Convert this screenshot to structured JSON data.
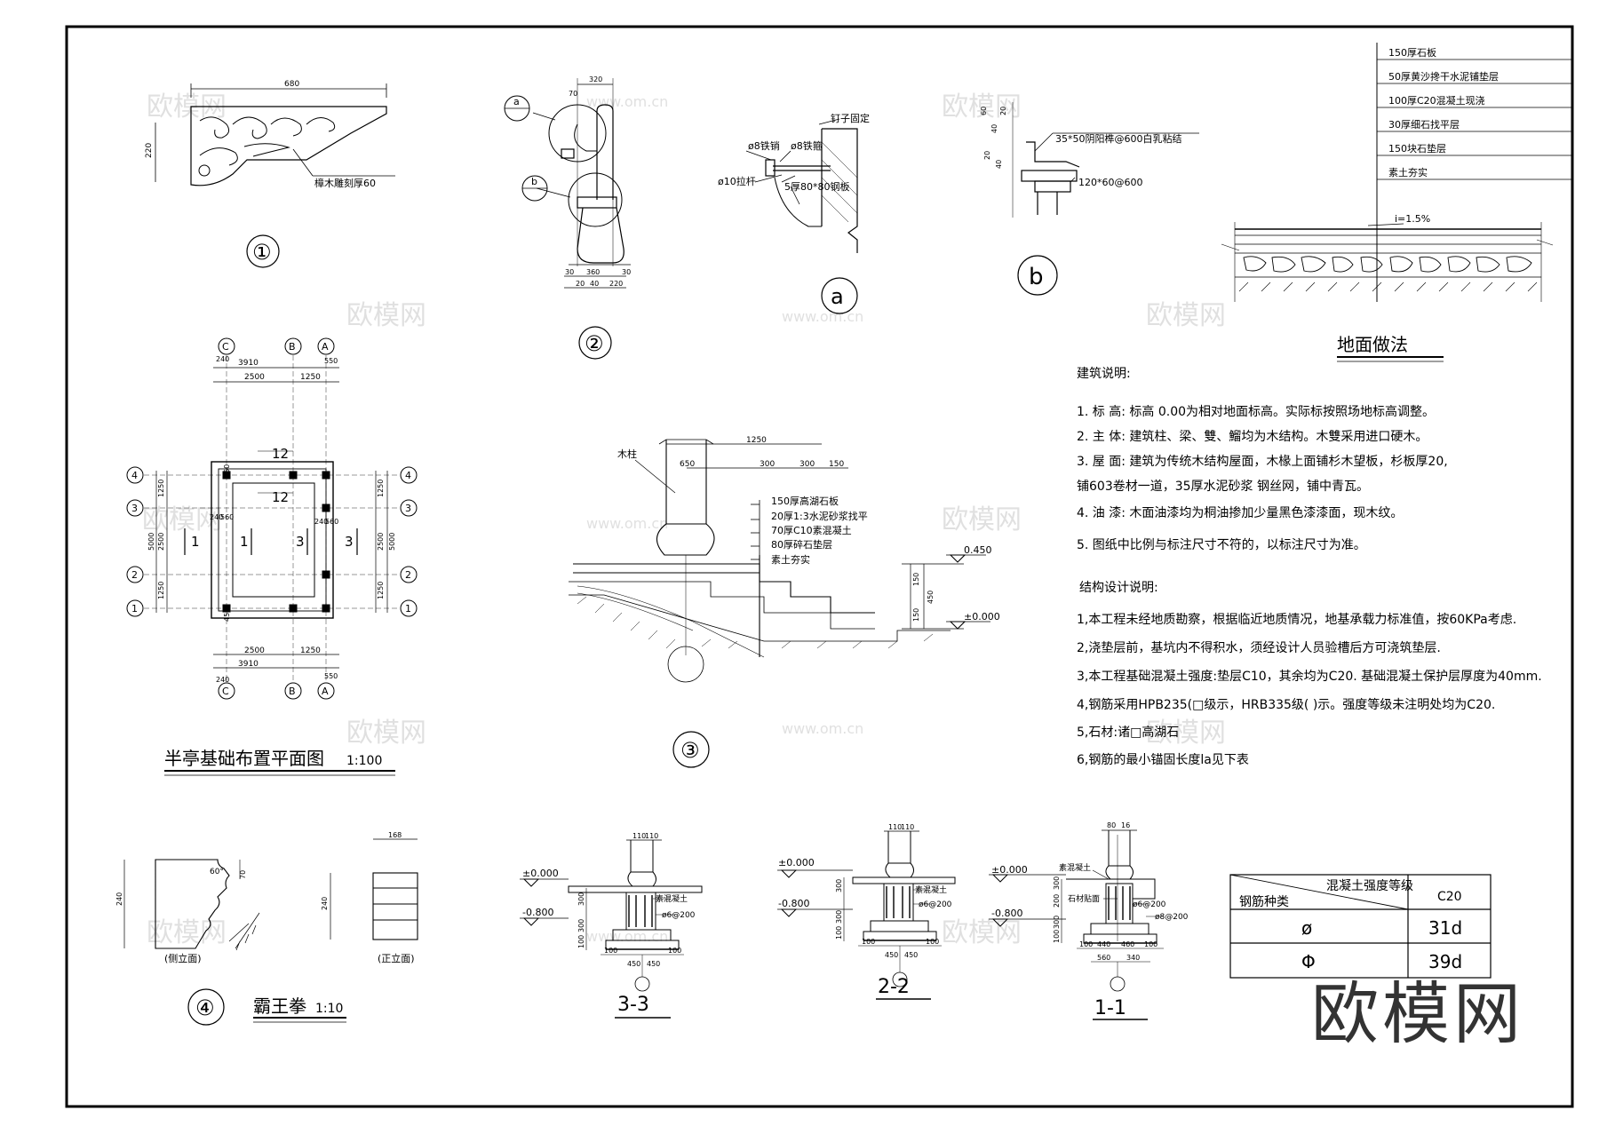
{
  "detail_1": {
    "number": "①",
    "width": "680",
    "height": "220",
    "note": "樟木雕刻厚60"
  },
  "detail_2": {
    "number": "②",
    "callout_a": "a",
    "callout_b": "b",
    "top_dim_1": "320",
    "top_dim_2": "70",
    "bot_dims": [
      "30",
      "360",
      "30"
    ],
    "bot_dims_2": [
      "20",
      "40",
      "220"
    ]
  },
  "detail_a": {
    "number": "a",
    "nail": "钉子固定",
    "pin": "ø8铁销",
    "hoop": "ø8铁箍",
    "rod": "ø10拉杆",
    "plate": "5厚80*80钢板"
  },
  "detail_b": {
    "number": "b",
    "note1": "35*50阴阳榫@600白乳粘结",
    "note2": "120*60@600",
    "dims": [
      "60",
      "40",
      "20",
      "20",
      "40"
    ]
  },
  "ground": {
    "layers": [
      "150厚石板",
      "50厚黄沙搀干水泥铺垫层",
      "100厚C20混凝土现浇",
      "30厚细石找平层",
      "150块石垫层",
      "素土夯实"
    ],
    "slope": "i=1.5%",
    "title": "地面做法"
  },
  "plan": {
    "title": "半亭基础布置平面图",
    "scale": "1:100",
    "axes_top": [
      "C",
      "B",
      "A"
    ],
    "axes_side": [
      "4",
      "3",
      "2",
      "1"
    ],
    "dims_top": [
      "240",
      "3910",
      "550",
      "2500",
      "1250"
    ],
    "dims_side": [
      "1250",
      "2500",
      "1250",
      "5000"
    ],
    "section_marks": [
      "1",
      "1",
      "3",
      "3",
      "12",
      "12"
    ],
    "small_dims": [
      "240",
      "560",
      "240",
      "560",
      "450",
      "450"
    ]
  },
  "detail_3": {
    "number": "③",
    "column": "木柱",
    "dims": [
      "1250",
      "650",
      "300",
      "300",
      "150"
    ],
    "layers": [
      "150厚高湖石板",
      "20厚1:3水泥砂浆找平",
      "70厚C10素混凝土",
      "80厚碎石垫层",
      "素土夯实"
    ],
    "elev_1": "0.450",
    "elev_2": "±0.000",
    "vdims": [
      "150",
      "150",
      "450"
    ]
  },
  "notes_arch": {
    "heading": "建筑说明:",
    "items": [
      "1. 标  高:  标高    0.00为相对地面标高。实际标按照场地标高调整。",
      "2. 主  体:  建筑柱、梁、雙、鰡均为木结构。木雙采用进口硬木。",
      "3. 屋  面:  建筑为传统木结构屋面，木椽上面铺杉木望板，杉板厚20,",
      "     铺603卷材一道，35厚水泥砂浆 钢丝网，铺中青瓦。",
      "4. 油  漆:  木面油漆均为桐油掺加少量黑色漆漆面，现木纹。",
      "5. 图纸中比例与标注尺寸不符的，以标注尺寸为准。"
    ]
  },
  "notes_struct": {
    "heading": "结构设计说明:",
    "items": [
      "1,本工程未经地质勘察，根据临近地质情况，地基承载力标准值，按60KPa考虑.",
      "2,浇垫层前，基坑内不得积水，须经设计人员验槽后方可浇筑垫层.",
      "3,本工程基础混凝土强度:垫层C10，其余均为C20. 基础混凝土保护层厚度为40mm.",
      "4,钢筋采用HPB235(□级示，HRB335级(  )示。强度等级未注明处均为C20.",
      "5,石材:诸□高湖石",
      "6,钢筋的最小锚固长度la见下表"
    ]
  },
  "detail_4": {
    "number": "④",
    "title": "霸王拳",
    "scale": "1:10",
    "side_label": "(侧立面)",
    "front_label": "(正立面)",
    "dims": [
      "240",
      "60°",
      "70",
      "168",
      "240"
    ]
  },
  "sections": [
    {
      "label": "3-3",
      "elev_top": "±0.000",
      "elev_bot": "-0.800",
      "dims_top": [
        "110",
        "110"
      ],
      "concrete": "素混凝土",
      "rebar": "ø6@200",
      "dims_bot": [
        "100",
        "450",
        "450",
        "100"
      ],
      "vdims": [
        "300",
        "300",
        "100"
      ]
    },
    {
      "label": "2-2",
      "elev_top": "±0.000",
      "elev_bot": "-0.800",
      "dims_top": [
        "110",
        "110"
      ],
      "concrete": "素混凝土",
      "rebar": "ø6@200",
      "dims_bot": [
        "100",
        "450",
        "450",
        "100"
      ],
      "vdims": [
        "300",
        "300",
        "100"
      ]
    },
    {
      "label": "1-1",
      "elev_top": "±0.000",
      "elev_bot": "-0.800",
      "dims_top": [
        "80",
        "16"
      ],
      "concrete": "素混凝土",
      "stone": "石材贴面",
      "rebar": "ø6@200",
      "rebar2": "ø8@200",
      "dims_bot": [
        "100",
        "440",
        "460",
        "100"
      ],
      "dims_bot2": [
        "560",
        "340"
      ],
      "vdims": [
        "300",
        "200",
        "300",
        "100"
      ]
    }
  ],
  "table": {
    "header_top": "混凝土强度等级",
    "header_left": "钢筋种类",
    "grade": "C20",
    "rows": [
      {
        "symbol": "ø",
        "value": "31d"
      },
      {
        "symbol": "Φ",
        "value": "39d"
      }
    ]
  },
  "watermark": {
    "text": "欧模网",
    "url": "www.om.cn",
    "big": "欧模网"
  }
}
